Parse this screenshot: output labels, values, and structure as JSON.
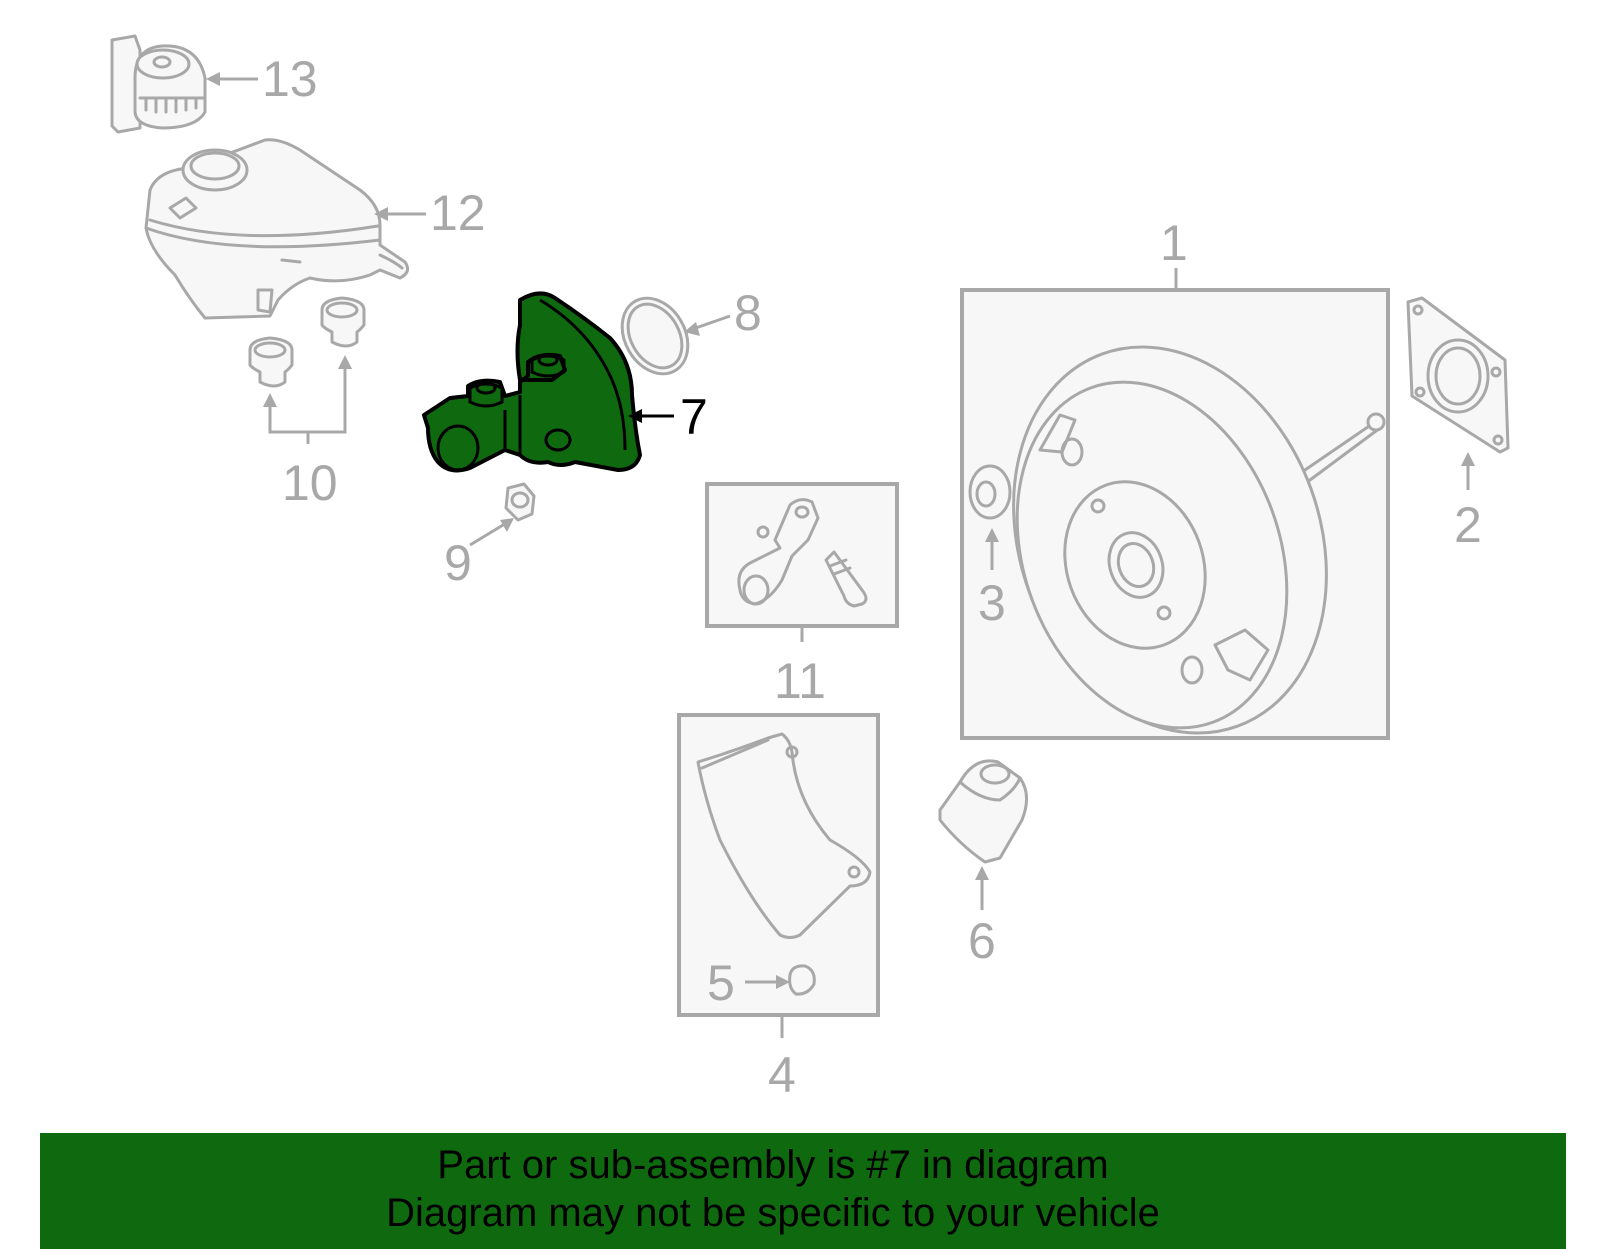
{
  "diagram": {
    "highlight_color": "#0f6a0f",
    "part_color": "#a8a8a8",
    "callouts": {
      "c1": "1",
      "c2": "2",
      "c3": "3",
      "c4": "4",
      "c5": "5",
      "c6": "6",
      "c7": "7",
      "c8": "8",
      "c9": "9",
      "c10": "10",
      "c11": "11",
      "c12": "12",
      "c13": "13"
    }
  },
  "banner": {
    "line1": "Part or sub-assembly is #7 in diagram",
    "line2": "Diagram may not be specific to your vehicle",
    "background": "#0f6a0f"
  }
}
